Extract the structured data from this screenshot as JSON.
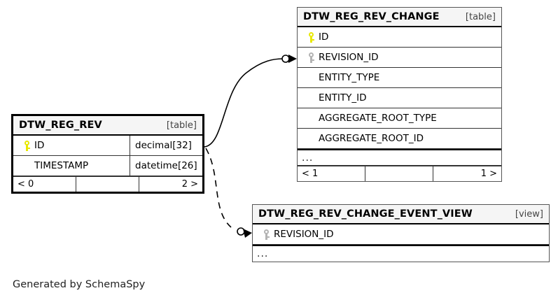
{
  "caption": "Generated by SchemaSpy",
  "entities": {
    "rev": {
      "name": "DTW_REG_REV",
      "kind": "[table]",
      "columns": [
        {
          "name": "ID",
          "type": "decimal[32]",
          "key": "pk"
        },
        {
          "name": "TIMESTAMP",
          "type": "datetime[26]",
          "key": "none"
        }
      ],
      "footer": {
        "left": "< 0",
        "middle": "",
        "right": "2 >"
      }
    },
    "change": {
      "name": "DTW_REG_REV_CHANGE",
      "kind": "[table]",
      "columns": [
        {
          "name": "ID",
          "key": "pk"
        },
        {
          "name": "REVISION_ID",
          "key": "fk"
        },
        {
          "name": "ENTITY_TYPE",
          "key": "none"
        },
        {
          "name": "ENTITY_ID",
          "key": "none"
        },
        {
          "name": "AGGREGATE_ROOT_TYPE",
          "key": "none"
        },
        {
          "name": "AGGREGATE_ROOT_ID",
          "key": "none"
        }
      ],
      "more": "...",
      "footer": {
        "left": "< 1",
        "middle": "",
        "right": "1 >"
      }
    },
    "event_view": {
      "name": "DTW_REG_REV_CHANGE_EVENT_VIEW",
      "kind": "[view]",
      "columns": [
        {
          "name": "REVISION_ID",
          "key": "fk"
        }
      ],
      "more": "..."
    }
  },
  "relationships": [
    {
      "id": "rev-to-change",
      "from": "DTW_REG_REV.ID",
      "to": "DTW_REG_REV_CHANGE.REVISION_ID",
      "style": "solid"
    },
    {
      "id": "rev-to-event-view",
      "from": "DTW_REG_REV.ID",
      "to": "DTW_REG_REV_CHANGE_EVENT_VIEW.REVISION_ID",
      "style": "dashed"
    }
  ],
  "colors": {
    "primary_key": "#e8e800",
    "foreign_key": "#b3b3b3",
    "header_background": "#f5f5f5",
    "border": "#000000",
    "canvas": "#ffffff"
  }
}
